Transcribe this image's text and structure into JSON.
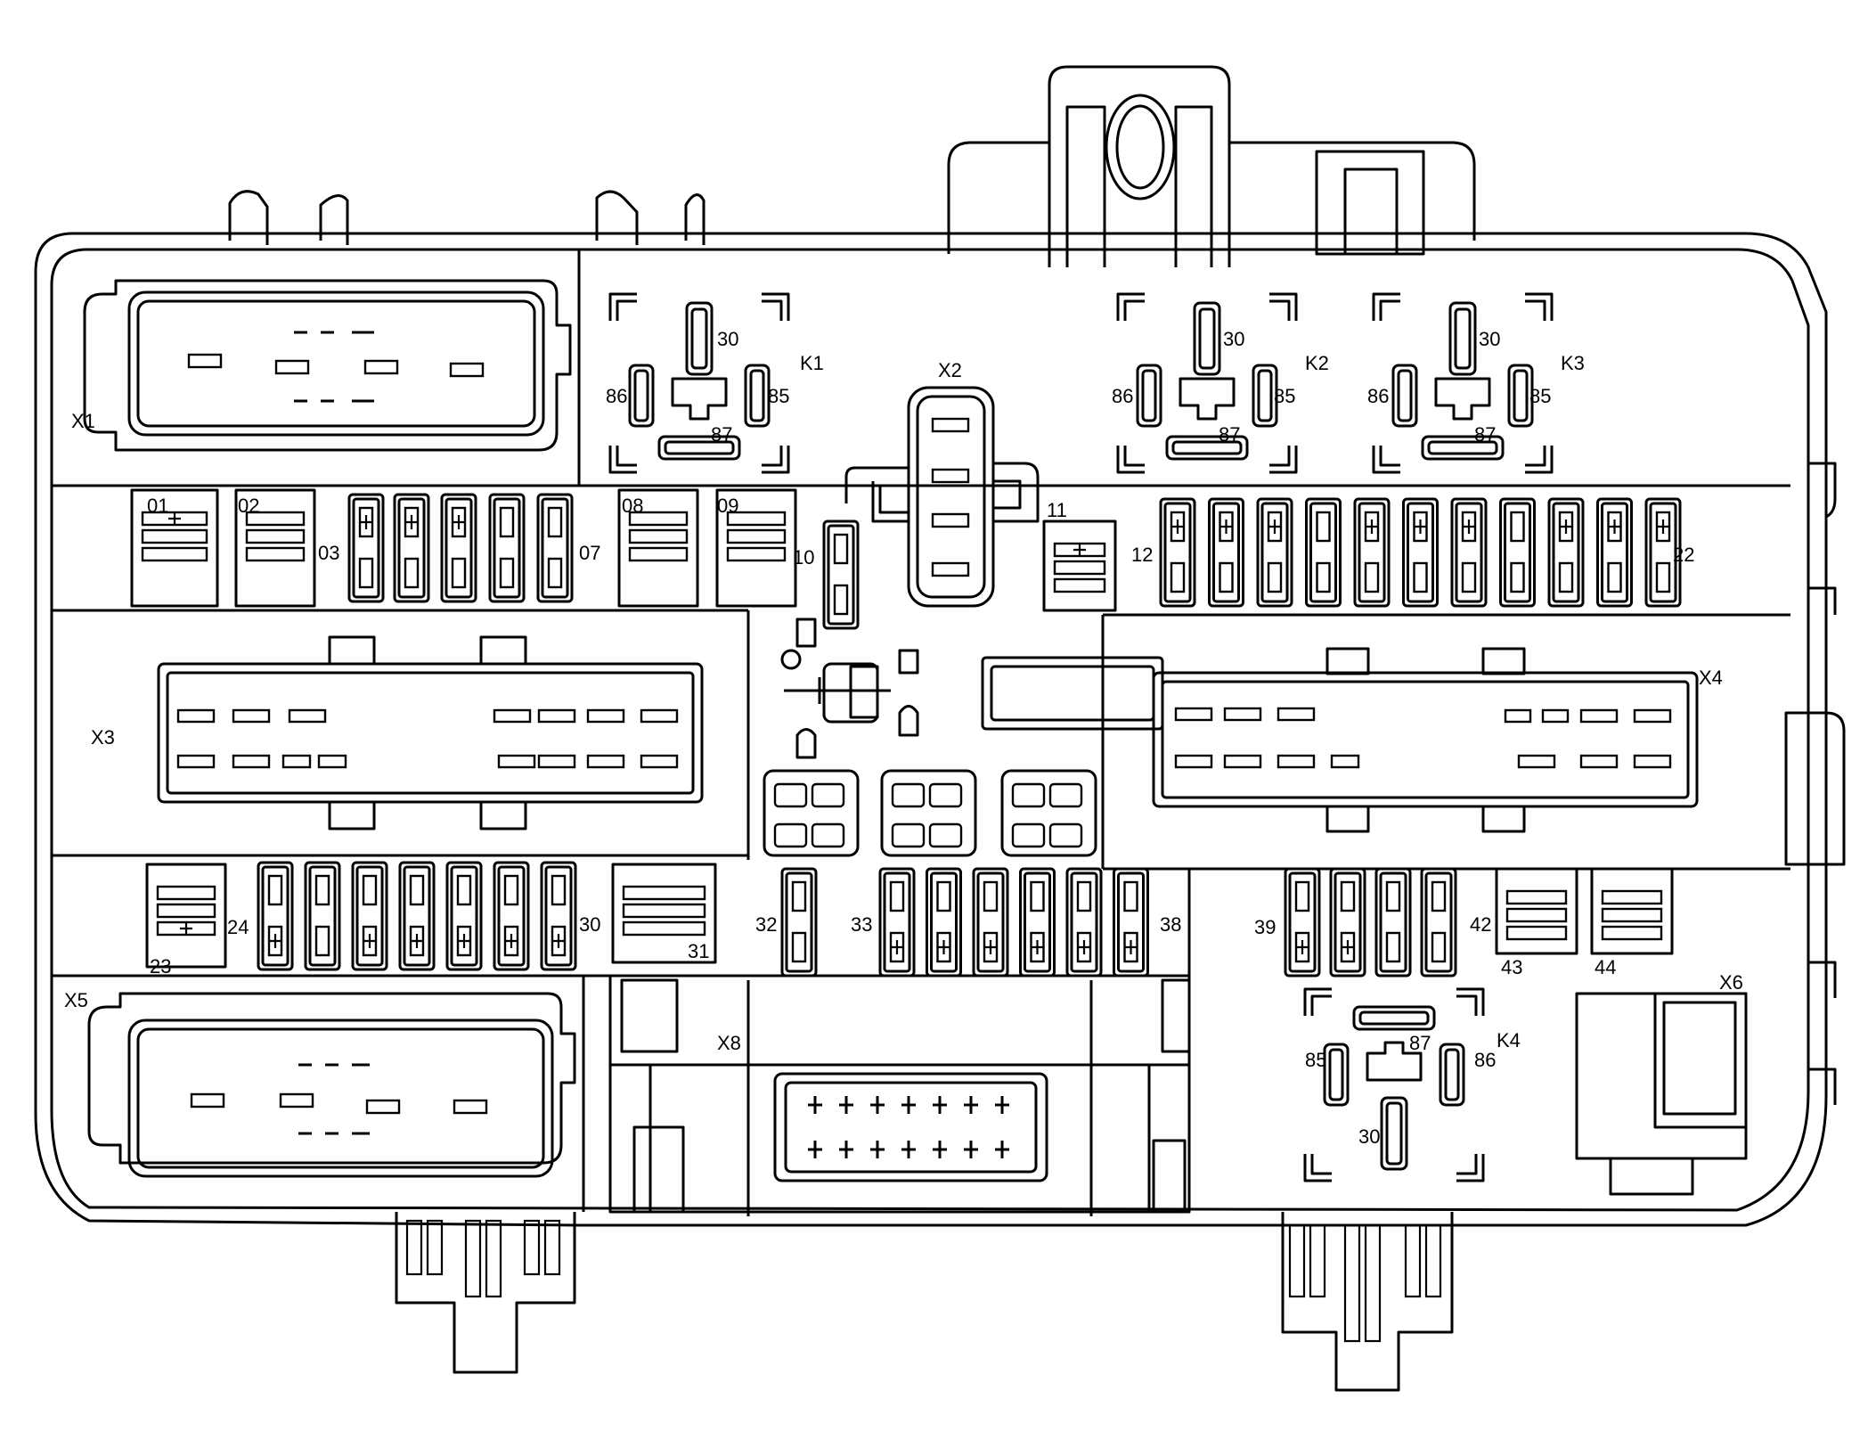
{
  "colors": {
    "line": "#000000",
    "background": "#ffffff"
  },
  "connectors": {
    "x1": "X1",
    "x2": "X2",
    "x3": "X3",
    "x4": "X4",
    "x5": "X5",
    "x6": "X6",
    "x8": "X8"
  },
  "relays": {
    "k1": {
      "name": "K1",
      "pin30": "30",
      "pin85": "85",
      "pin86": "86",
      "pin87": "87"
    },
    "k2": {
      "name": "K2",
      "pin30": "30",
      "pin85": "85",
      "pin86": "86",
      "pin87": "87"
    },
    "k3": {
      "name": "K3",
      "pin30": "30",
      "pin85": "85",
      "pin86": "86",
      "pin87": "87"
    },
    "k4": {
      "name": "K4",
      "pin30": "30",
      "pin85": "85",
      "pin86": "86",
      "pin87": "87"
    }
  },
  "fuses": {
    "f01": "01",
    "f02": "02",
    "f03": "03",
    "f07": "07",
    "f08": "08",
    "f09": "09",
    "f10": "10",
    "f11": "11",
    "f12": "12",
    "f22": "22",
    "f23": "23",
    "f24": "24",
    "f30": "30",
    "f31": "31",
    "f32": "32",
    "f33": "33",
    "f38": "38",
    "f39": "39",
    "f42": "42",
    "f43": "43",
    "f44": "44"
  }
}
